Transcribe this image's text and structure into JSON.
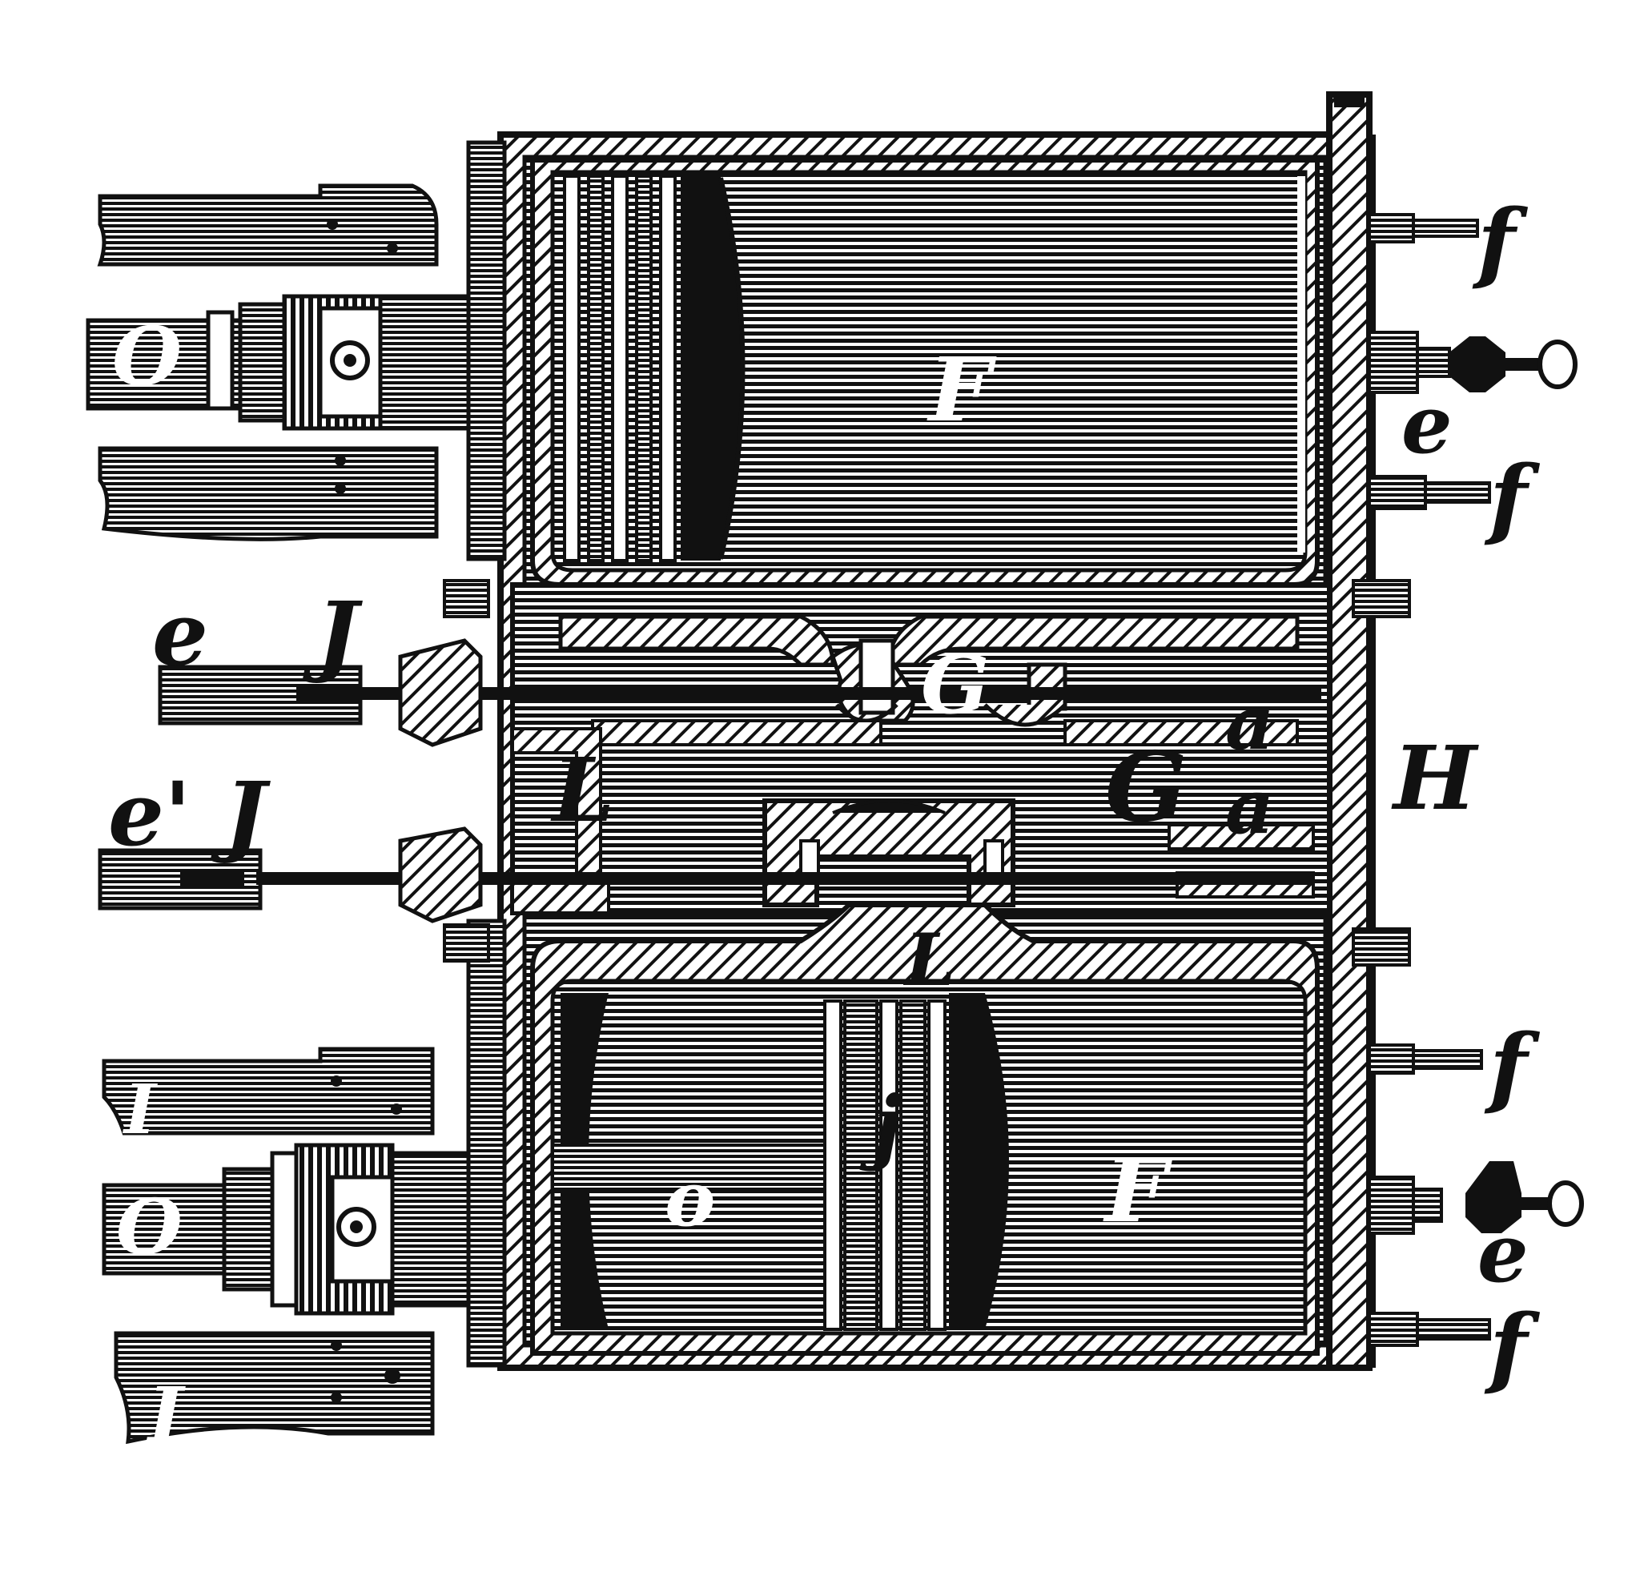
{
  "colors": {
    "ink": "#111111",
    "paper": "#ffffff"
  },
  "labels": {
    "f_upper_top": "f",
    "e_upper": "e",
    "f_upper_bottom": "f",
    "f_lower_top": "f",
    "e_lower": "e",
    "f_lower_bottom": "f",
    "O_upper": "O",
    "O_lower": "O",
    "I_lower_top": "I",
    "I_lower_bottom": "I",
    "F_upper": "F",
    "F_lower": "F",
    "G_lower_valve": "G",
    "G_center": "G",
    "H": "H",
    "L_left": "L",
    "L_lower": "L",
    "a_upper": "a",
    "a_lower": "a",
    "e_left_upper": "e",
    "J_upper": "J",
    "e_left_lower": "e'",
    "J_lower": "J",
    "o_piston": "o",
    "j_piston": "j"
  }
}
